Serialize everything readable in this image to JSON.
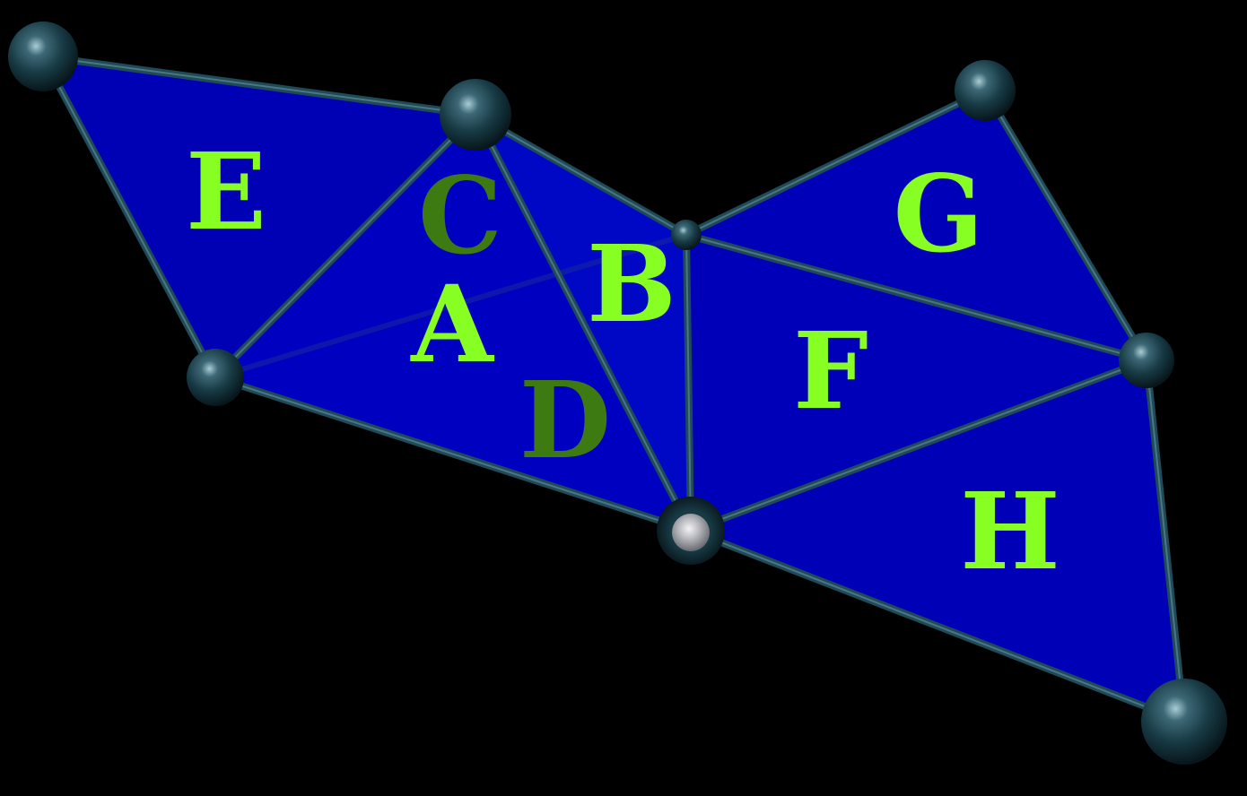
{
  "colors": {
    "background": "#000000",
    "face_front": "#0000bb",
    "face_back": "#0010c8",
    "edge": "#1f4a58",
    "edge_highlight": "#6f9aa6",
    "node": "#173a44",
    "node_highlight": "#9fc3cc",
    "node_selected": "#c8c8cc",
    "label_front": "#88ff22",
    "label_back": "#3d7a12"
  },
  "faces": [
    {
      "label": "A",
      "kind": "front"
    },
    {
      "label": "B",
      "kind": "front"
    },
    {
      "label": "C",
      "kind": "back"
    },
    {
      "label": "D",
      "kind": "back"
    },
    {
      "label": "E",
      "kind": "front"
    },
    {
      "label": "F",
      "kind": "front"
    },
    {
      "label": "G",
      "kind": "front"
    },
    {
      "label": "H",
      "kind": "front"
    }
  ]
}
